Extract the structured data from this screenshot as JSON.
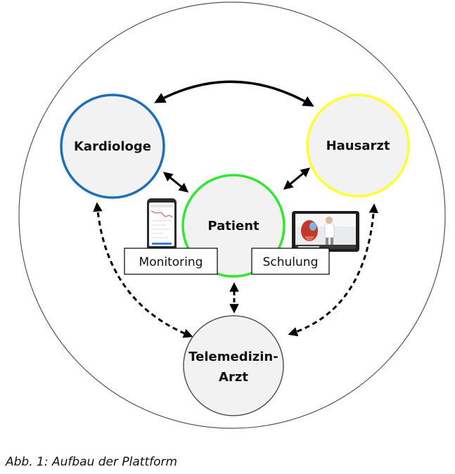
{
  "nodes": {
    "kardiologe": {
      "label": "Kardiologe",
      "stroke": "#1f6fb8"
    },
    "hausarzt": {
      "label": "Hausarzt",
      "stroke": "#ffff33"
    },
    "patient": {
      "label": "Patient",
      "stroke": "#33e633"
    },
    "telemedizin": {
      "line1": "Telemedizin-",
      "line2": "Arzt",
      "stroke": "#555555"
    }
  },
  "boxes": {
    "monitoring": "Monitoring",
    "schulung": "Schulung"
  },
  "caption": "Abb. 1: Aufbau der Plattform"
}
